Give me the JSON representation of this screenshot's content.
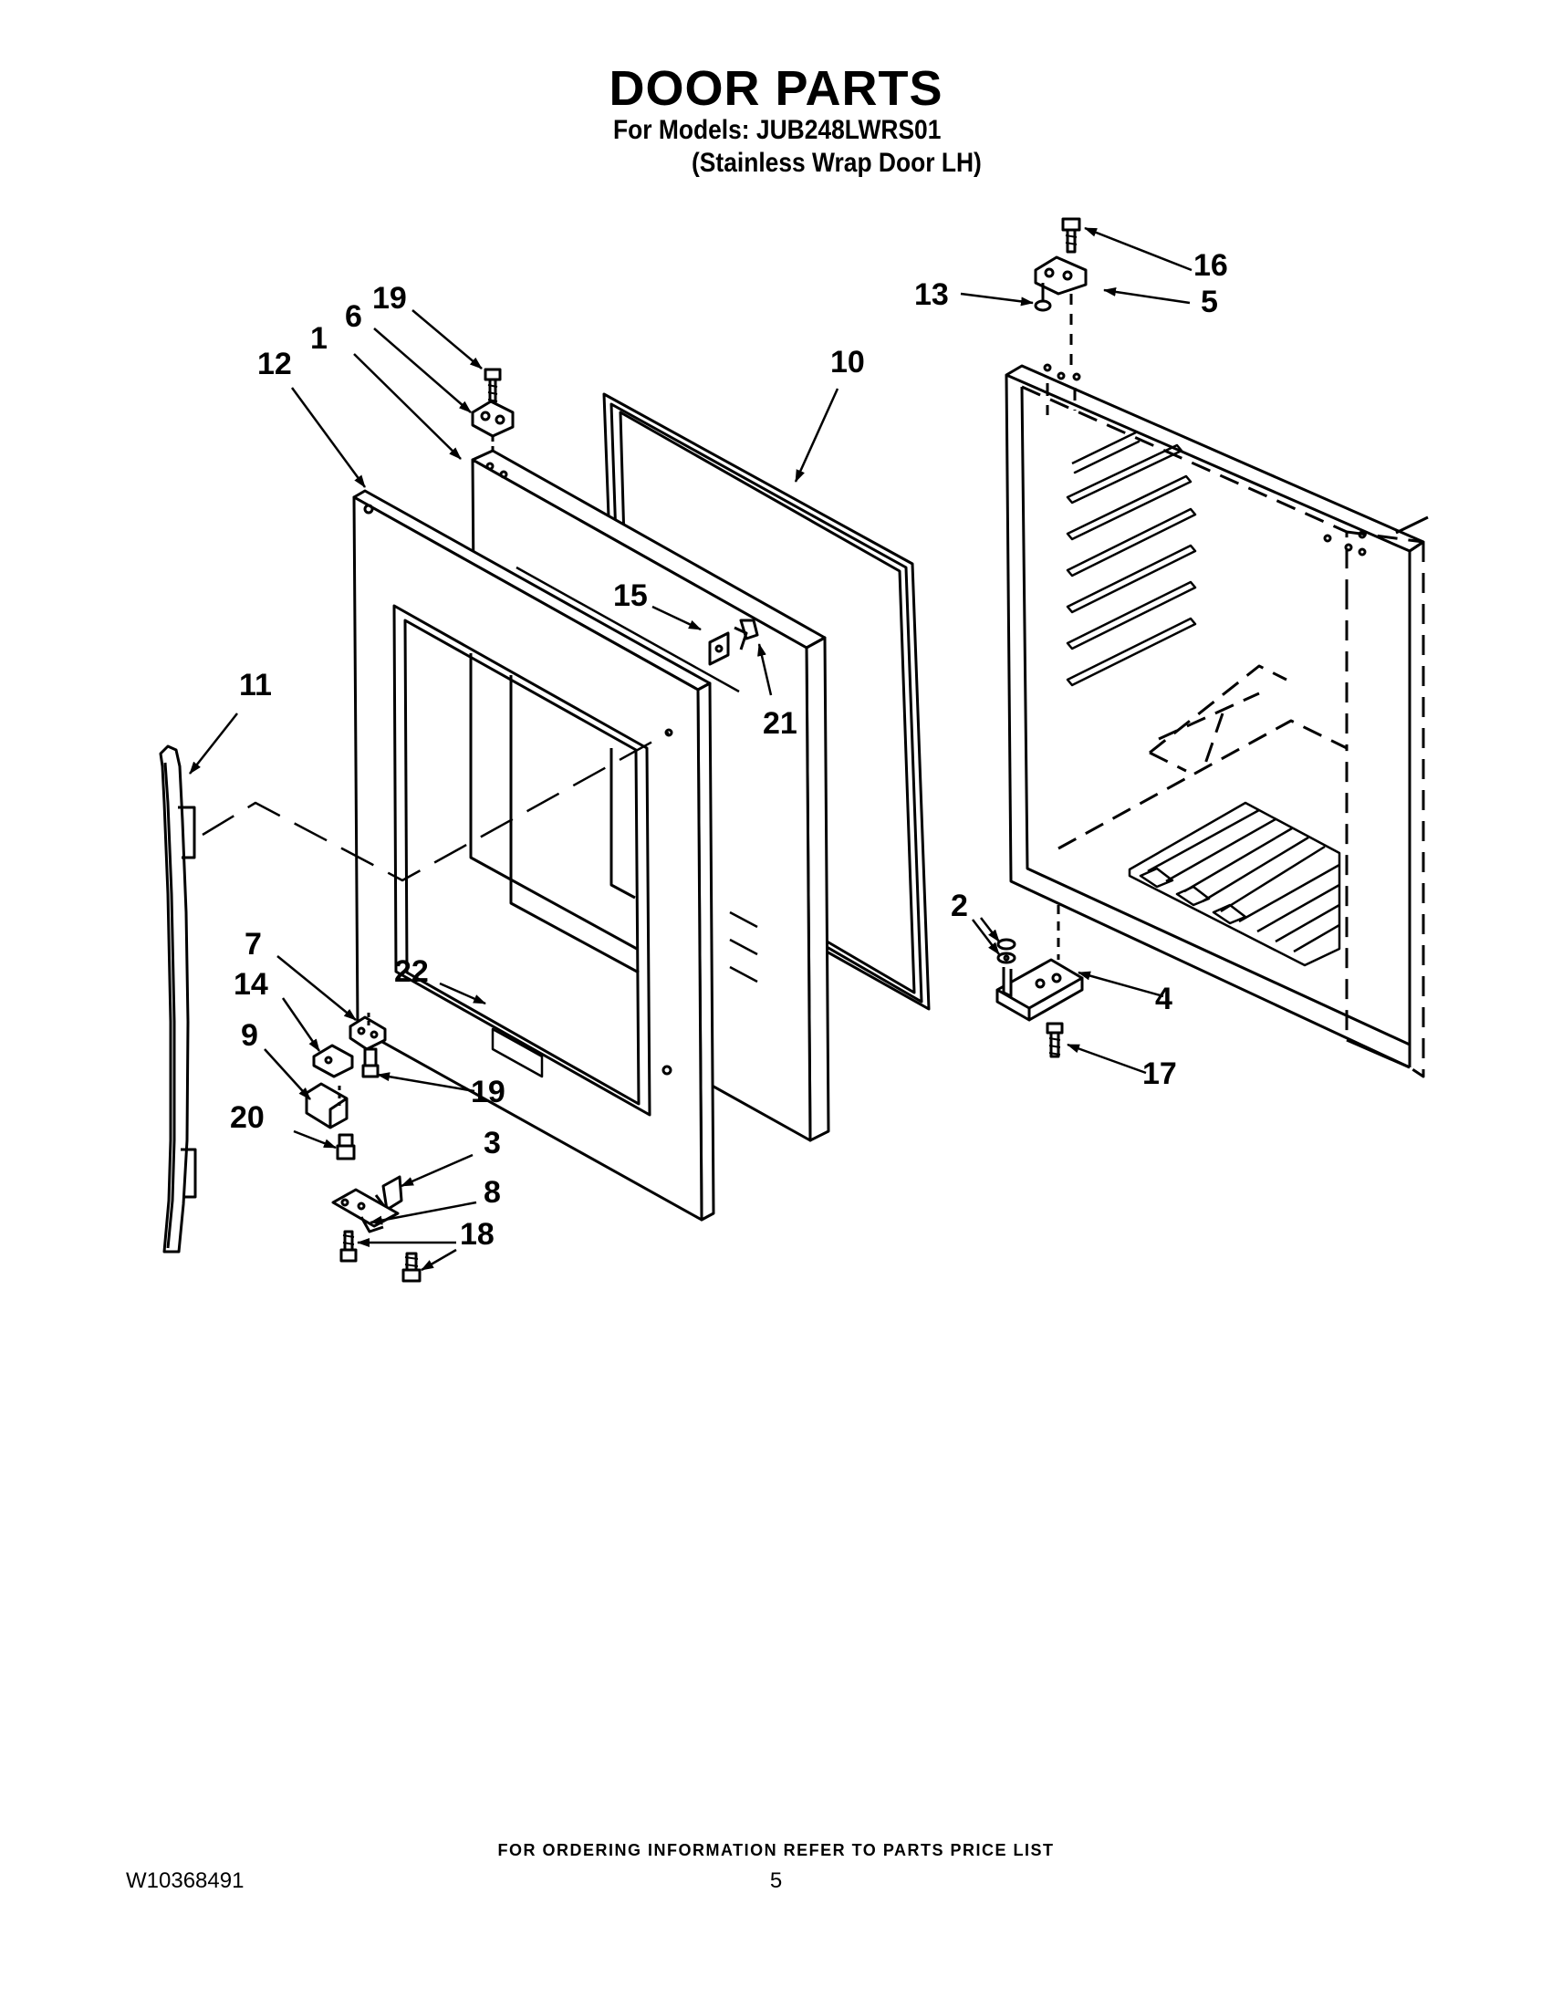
{
  "header": {
    "title": "DOOR PARTS",
    "models_line": "For Models: JUB248LWRS01",
    "variant_line": "(Stainless Wrap Door LH)"
  },
  "callouts": {
    "c1": "1",
    "c2": "2",
    "c3": "3",
    "c4": "4",
    "c5": "5",
    "c6": "6",
    "c7": "7",
    "c8": "8",
    "c9": "9",
    "c10": "10",
    "c11": "11",
    "c12": "12",
    "c13": "13",
    "c14": "14",
    "c15": "15",
    "c16": "16",
    "c17": "17",
    "c18": "18",
    "c19a": "19",
    "c19b": "19",
    "c20": "20",
    "c21": "21",
    "c22": "22"
  },
  "footer": {
    "ordering_note": "FOR ORDERING INFORMATION REFER TO PARTS PRICE LIST",
    "document_number": "W10368491",
    "page_number": "5"
  }
}
